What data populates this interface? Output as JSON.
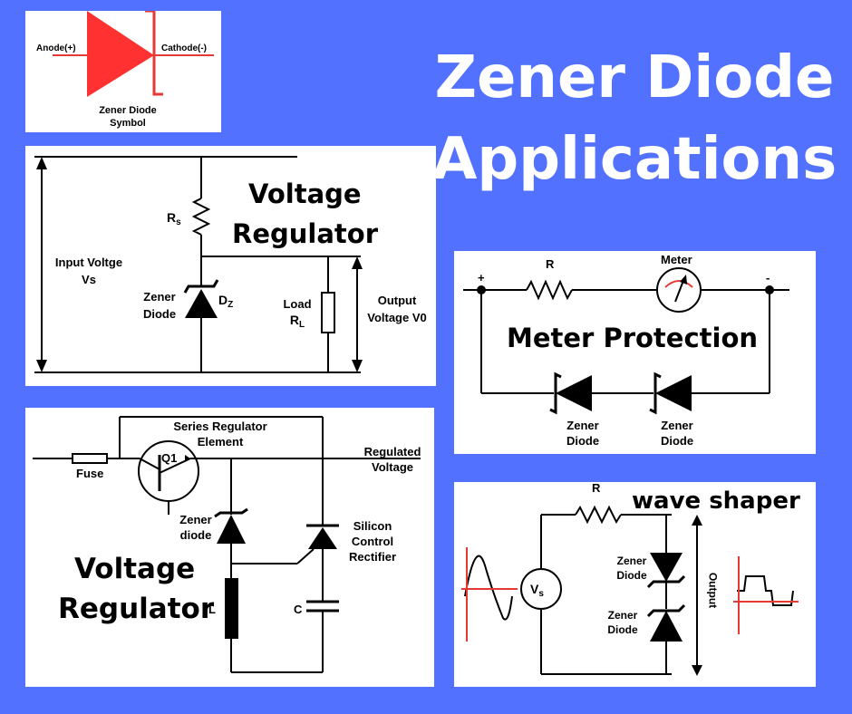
{
  "title": {
    "line1": "Zener Diode",
    "line2": "Applications"
  },
  "symbol_panel": {
    "anode": "Anode(+)",
    "cathode": "Cathode(-)",
    "caption_line1": "Zener Diode",
    "caption_line2": "Symbol",
    "triangle_color": "#ff3131",
    "lead_color": "#e53935"
  },
  "regulator_top": {
    "heading_line1": "Voltage",
    "heading_line2": "Regulator",
    "rs": "R",
    "rs_sub": "s",
    "input_line1": "Input Voltge",
    "input_line2": "Vs",
    "zener_line1": "Zener",
    "zener_line2": "Diode",
    "dz": "D",
    "dz_sub": "Z",
    "load_line1": "Load",
    "load_r": "R",
    "load_sub": "L",
    "output_line1": "Output",
    "output_line2": "Voltage V0"
  },
  "meter_protection": {
    "heading": "Meter Protection",
    "plus": "+",
    "minus": "-",
    "r": "R",
    "meter": "Meter",
    "meter_color": "#e53935",
    "zener1_line1": "Zener",
    "zener1_line2": "Diode",
    "zener2_line1": "Zener",
    "zener2_line2": "Diode"
  },
  "series_regulator": {
    "heading_line1": "Voltage",
    "heading_line2": "Regulator",
    "element_line1": "Series Regulator",
    "element_line2": "Element",
    "q1": "Q1",
    "fuse": "Fuse",
    "regulated_line1": "Regulated",
    "regulated_line2": "Voltage",
    "zener_line1": "Zener",
    "zener_line2": "diode",
    "scr_line1": "Silicon",
    "scr_line2": "Control",
    "scr_line3": "Rectifier",
    "l": "L",
    "c": "C"
  },
  "wave_shaper": {
    "heading": "wave shaper",
    "r": "R",
    "vs": "V",
    "vs_sub": "s",
    "zener1_line1": "Zener",
    "zener1_line2": "Diode",
    "zener2_line1": "Zener",
    "zener2_line2": "Diode",
    "output": "Output",
    "axis_color": "#e53935"
  }
}
